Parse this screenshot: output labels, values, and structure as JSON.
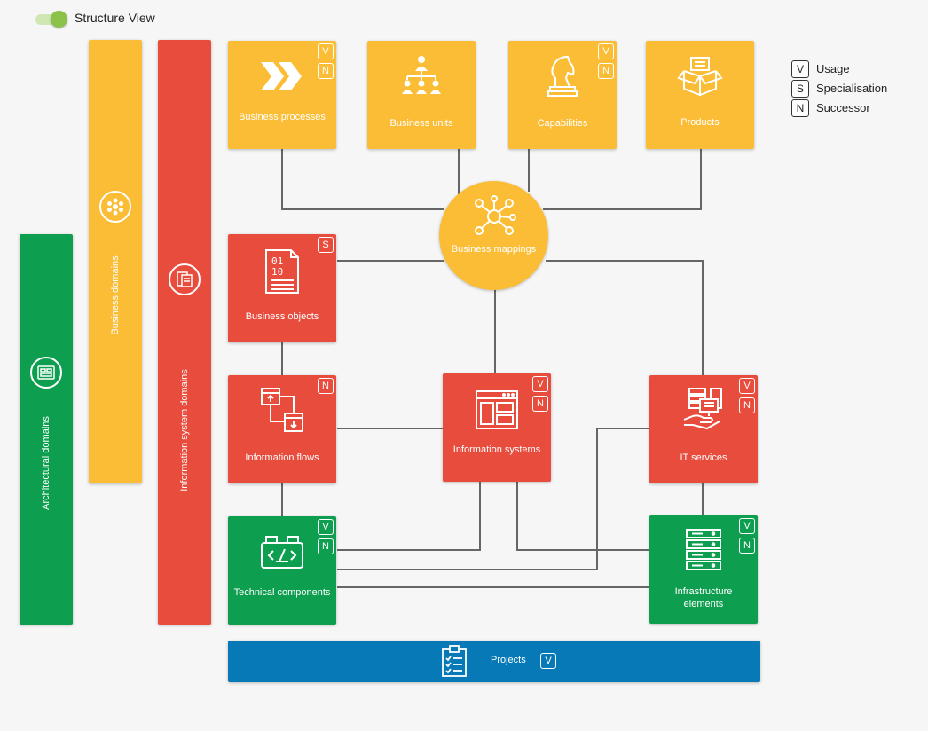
{
  "header": {
    "title": "Structure View",
    "toggle_on": true
  },
  "colors": {
    "yellow": "#fbbd35",
    "red": "#e84c3d",
    "green": "#0e9e4f",
    "blue": "#0779b7",
    "connector": "#666666"
  },
  "domains": {
    "architectural": "Architectural domains",
    "business": "Business domains",
    "information_system": "Information system domains"
  },
  "boxes": {
    "business_processes": {
      "label": "Business processes",
      "badges": [
        "V",
        "N"
      ],
      "icon": "chevrons-icon"
    },
    "business_units": {
      "label": "Business units",
      "badges": [],
      "icon": "org-chart-icon"
    },
    "capabilities": {
      "label": "Capabilities",
      "badges": [
        "V",
        "N"
      ],
      "icon": "chess-knight-icon"
    },
    "products": {
      "label": "Products",
      "badges": [],
      "icon": "box-icon"
    },
    "business_mappings": {
      "label": "Business mappings",
      "badges": [],
      "icon": "network-hub-icon"
    },
    "business_objects": {
      "label": "Business objects",
      "badges": [
        "S"
      ],
      "icon": "binary-document-icon"
    },
    "information_flows": {
      "label": "Information flows",
      "badges": [
        "N"
      ],
      "icon": "flow-windows-icon"
    },
    "information_systems": {
      "label": "Information systems",
      "badges": [
        "V",
        "N"
      ],
      "icon": "browser-layout-icon"
    },
    "it_services": {
      "label": "IT services",
      "badges": [
        "V",
        "N"
      ],
      "icon": "server-hand-icon"
    },
    "technical_components": {
      "label": "Technical components",
      "badges": [
        "V",
        "N"
      ],
      "icon": "code-component-icon"
    },
    "infrastructure_elements": {
      "label": "Infrastructure elements",
      "badges": [
        "V",
        "N"
      ],
      "icon": "server-rack-icon"
    },
    "projects": {
      "label": "Projects",
      "badges": [
        "V"
      ],
      "icon": "clipboard-checklist-icon"
    }
  },
  "legend": [
    {
      "key": "V",
      "label": "Usage"
    },
    {
      "key": "S",
      "label": "Specialisation"
    },
    {
      "key": "N",
      "label": "Successor"
    }
  ]
}
